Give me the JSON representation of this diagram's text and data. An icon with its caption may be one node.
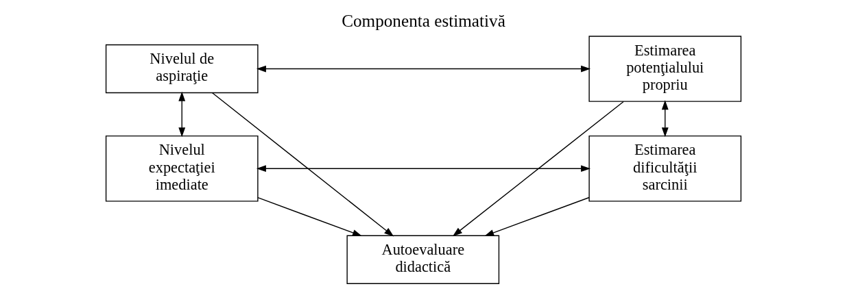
{
  "diagram": {
    "title": "Componenta estimativă",
    "nodes": [
      {
        "text": [
          "Nivelul de aspiraţie"
        ]
      },
      {
        "text": [
          "Estimarea potenţialului propriu"
        ]
      },
      {
        "text": [
          "Autoevaluare didactică"
        ]
      },
      {
        "text": [
          "Nivelul expectaţiei imediate"
        ]
      },
      {
        "text": [
          "Estimarea dificultăţii sarcinii"
        ]
      }
    ],
    "edges": [
      {
        "from": 0,
        "to": 1,
        "arrow": "both"
      },
      {
        "from": 0,
        "to": 2,
        "arrow": "to"
      },
      {
        "from": 1,
        "to": 2,
        "arrow": "to"
      },
      {
        "from": 0,
        "to": 3,
        "arrow": "both"
      },
      {
        "from": 1,
        "to": 4,
        "arrow": "both"
      },
      {
        "from": 3,
        "to": 2,
        "arrow": "to"
      },
      {
        "from": 4,
        "to": 2,
        "arrow": "to"
      },
      {
        "from": 3,
        "to": 4,
        "arrow": "both"
      }
    ]
  }
}
